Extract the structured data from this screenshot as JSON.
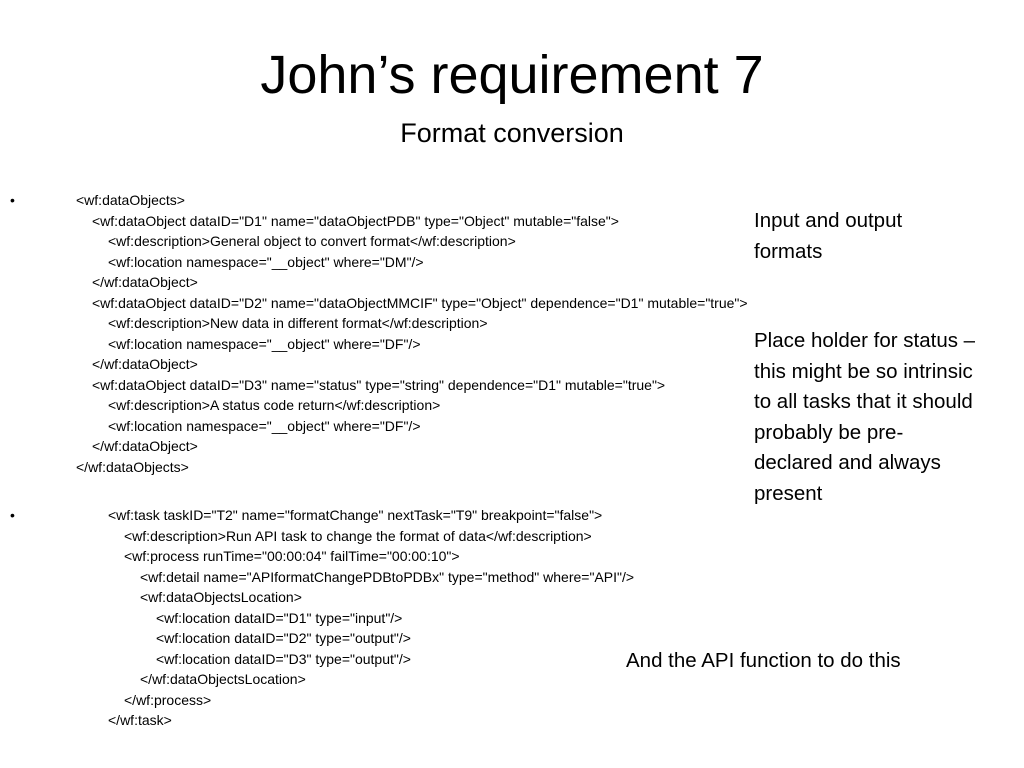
{
  "slide": {
    "title": "John’s requirement 7",
    "subtitle": "Format conversion"
  },
  "bullets": {
    "glyph": "•"
  },
  "block1": {
    "lines": [
      "<wf:dataObjects>",
      "<wf:dataObject dataID=\"D1\" name=\"dataObjectPDB\" type=\"Object\" mutable=\"false\">",
      "<wf:description>General object to convert format</wf:description>",
      "<wf:location namespace=\"__object\" where=\"DM\"/>",
      "</wf:dataObject>",
      "<wf:dataObject dataID=\"D2\" name=\"dataObjectMMCIF\" type=\"Object\" dependence=\"D1\" mutable=\"true\">",
      "<wf:description>New data in different format</wf:description>",
      "<wf:location namespace=\"__object\" where=\"DF\"/>",
      "</wf:dataObject>",
      "<wf:dataObject dataID=\"D3\" name=\"status\" type=\"string\" dependence=\"D1\" mutable=\"true\">",
      "<wf:description>A status code return</wf:description>",
      "<wf:location namespace=\"__object\" where=\"DF\"/>",
      "</wf:dataObject>",
      "</wf:dataObjects>"
    ]
  },
  "block2": {
    "lines": [
      "<wf:task taskID=\"T2\" name=\"formatChange\" nextTask=\"T9\" breakpoint=\"false\">",
      "<wf:description>Run API task to change the format of data</wf:description>",
      "<wf:process runTime=\"00:00:04\" failTime=\"00:00:10\">",
      "<wf:detail name=\"APIformatChangePDBtoPDBx\" type=\"method\" where=\"API\"/>",
      "<wf:dataObjectsLocation>",
      "<wf:location dataID=\"D1\" type=\"input\"/>",
      "<wf:location dataID=\"D2\" type=\"output\"/>",
      "<wf:location dataID=\"D3\" type=\"output\"/>",
      "</wf:dataObjectsLocation>",
      "</wf:process>",
      "</wf:task>"
    ]
  },
  "notes": {
    "io_formats": "Input and output\nformats",
    "status_placeholder": "Place holder for status –\nthis might be so intrinsic\nto all tasks that it should\nprobably be pre-\ndeclared and always\npresent",
    "api_function": "And the API function to do this"
  }
}
